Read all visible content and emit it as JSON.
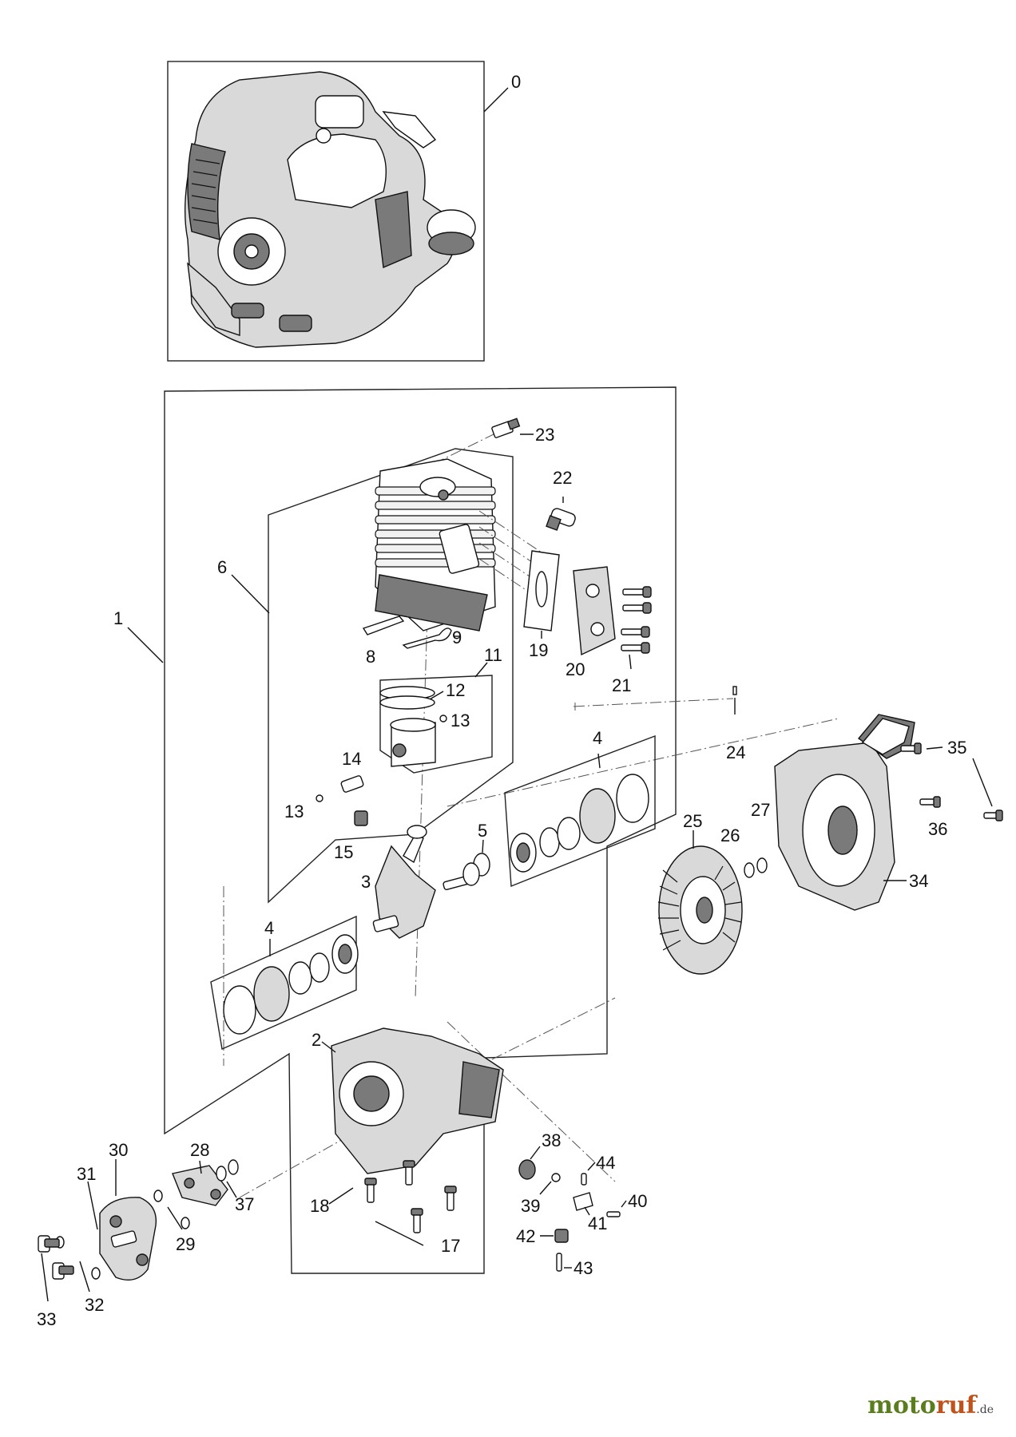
{
  "labels": {
    "p0": "0",
    "p1": "1",
    "p2": "2",
    "p3": "3",
    "p4a": "4",
    "p4b": "4",
    "p5": "5",
    "p6": "6",
    "p8": "8",
    "p9": "9",
    "p11": "11",
    "p12": "12",
    "p13a": "13",
    "p13b": "13",
    "p14": "14",
    "p15": "15",
    "p17": "17",
    "p18": "18",
    "p19": "19",
    "p20": "20",
    "p21": "21",
    "p22": "22",
    "p23": "23",
    "p24": "24",
    "p25": "25",
    "p26": "26",
    "p27": "27",
    "p28": "28",
    "p29": "29",
    "p30": "30",
    "p31": "31",
    "p32": "32",
    "p33": "33",
    "p34": "34",
    "p35": "35",
    "p36": "36",
    "p37": "37",
    "p38": "38",
    "p39": "39",
    "p40": "40",
    "p41": "41",
    "p42": "42",
    "p43": "43",
    "p44": "44"
  },
  "watermark": {
    "part1": "moto",
    "part2": "ruf",
    "part3": ".de"
  }
}
